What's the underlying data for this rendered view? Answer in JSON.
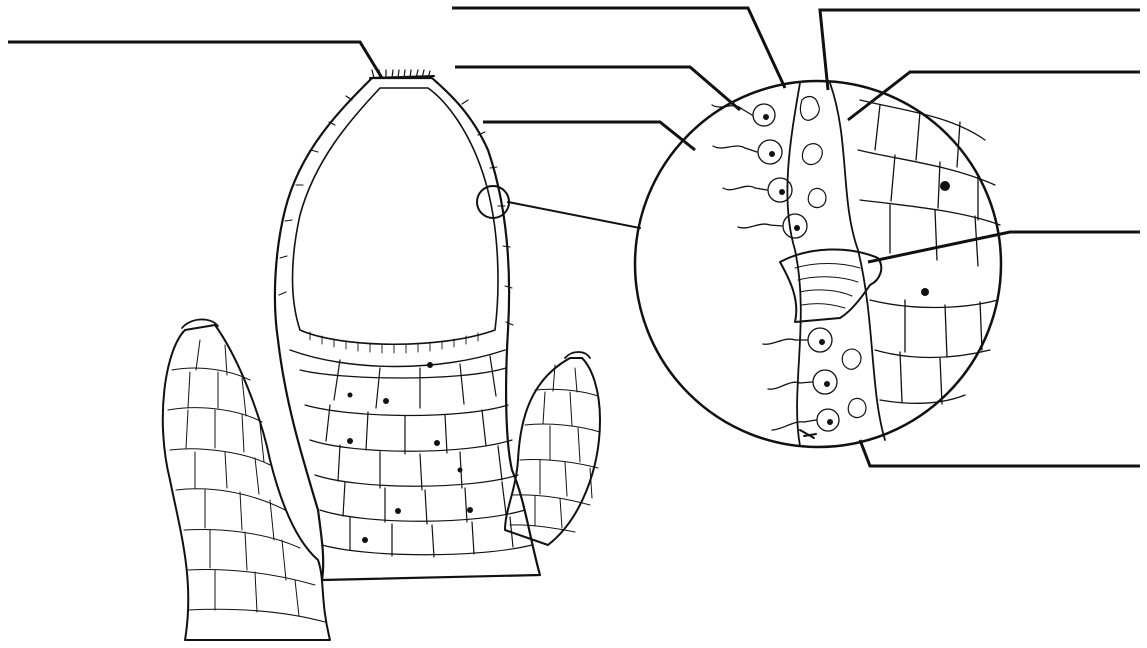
{
  "diagram": {
    "subject": "sponge-sycon-with-magnified-wall-section",
    "labels": [
      {
        "id": "osculum-label",
        "text": ""
      },
      {
        "id": "upper-center-1-label",
        "text": ""
      },
      {
        "id": "upper-center-2-label",
        "text": ""
      },
      {
        "id": "upper-center-3-label",
        "text": ""
      },
      {
        "id": "upper-right-1-label",
        "text": ""
      },
      {
        "id": "upper-right-2-label",
        "text": ""
      },
      {
        "id": "middle-right-label",
        "text": ""
      },
      {
        "id": "lower-right-label",
        "text": ""
      }
    ],
    "colors": {
      "ink": "#111111",
      "paper": "#ffffff"
    }
  }
}
